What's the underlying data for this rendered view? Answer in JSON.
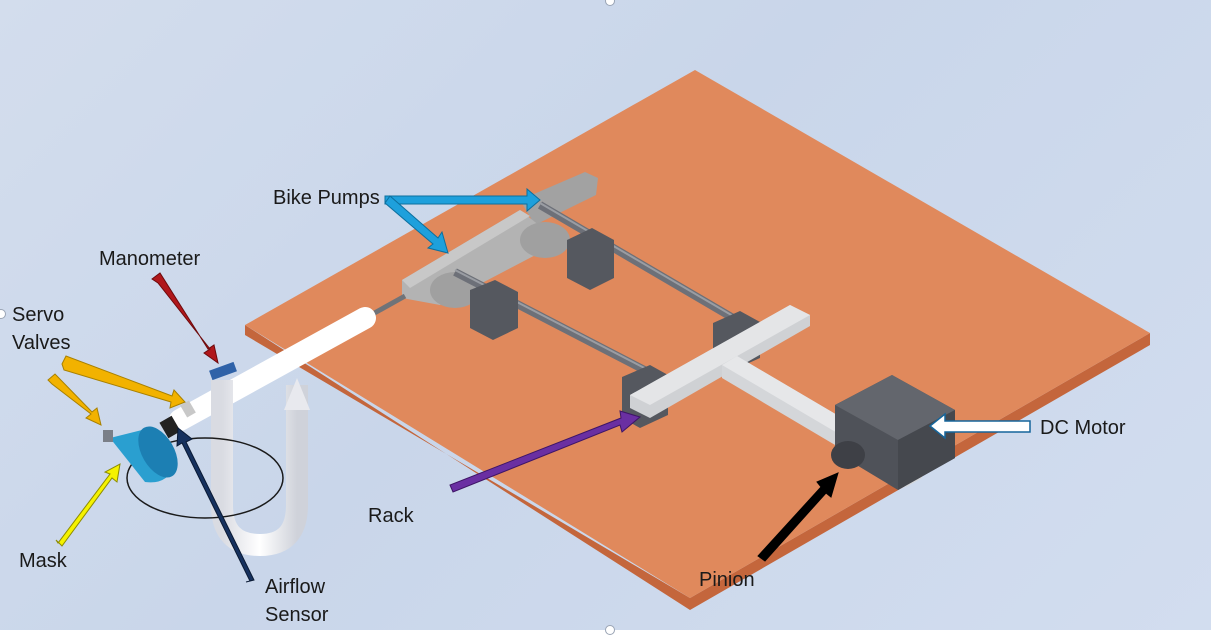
{
  "labels": {
    "bike_pumps": "Bike Pumps",
    "manometer": "Manometer",
    "servo_valves_line1": "Servo",
    "servo_valves_line2": "Valves",
    "mask": "Mask",
    "airflow_line1": "Airflow",
    "airflow_line2": "Sensor",
    "rack": "Rack",
    "pinion": "Pinion",
    "dc_motor": "DC Motor"
  },
  "colors": {
    "board": "#e0895c",
    "metal": "#9b9b9b",
    "dark_part": "#5c5f66",
    "arrow_bike_pumps": "#1ea0dc",
    "arrow_manometer": "#b0171b",
    "arrow_servo_valves": "#f2b200",
    "arrow_mask": "#f5f200",
    "arrow_airflow_sensor": "#16315e",
    "arrow_rack": "#6a2fa2",
    "arrow_pinion": "#000000",
    "arrow_dc_motor": "#ffffff"
  }
}
